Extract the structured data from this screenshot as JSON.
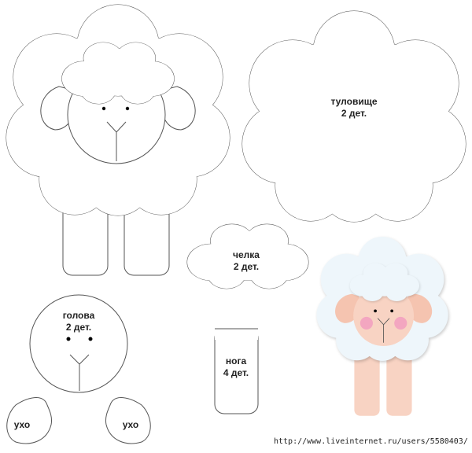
{
  "pieces": {
    "body": {
      "name": "туловище",
      "count": "2 дет."
    },
    "bangs": {
      "name": "челка",
      "count": "2 дет."
    },
    "head": {
      "name": "голова",
      "count": "2 дет."
    },
    "leg": {
      "name": "нога",
      "count": "4 дет."
    },
    "ear_left": {
      "name": "ухо"
    },
    "ear_right": {
      "name": "ухо"
    }
  },
  "source_url": "http://www.liveinternet.ru/users/5580403/",
  "colors": {
    "outline": "#555555",
    "wool": "#eef6fb",
    "skin": "#f8d3c3",
    "cheek": "#f19bbf"
  }
}
